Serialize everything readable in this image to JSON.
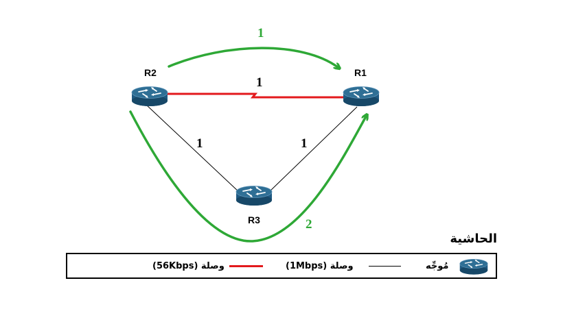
{
  "diagram": {
    "routers": [
      {
        "id": "R2",
        "label": "R2"
      },
      {
        "id": "R1",
        "label": "R1"
      },
      {
        "id": "R3",
        "label": "R3"
      }
    ],
    "links": [
      {
        "from": "R2",
        "to": "R1",
        "type": "serial",
        "speed": "56Kbps",
        "cost": "1",
        "color": "#e3191c"
      },
      {
        "from": "R2",
        "to": "R3",
        "type": "ethernet",
        "speed": "1Mbps",
        "cost": "1",
        "color": "#000000"
      },
      {
        "from": "R3",
        "to": "R1",
        "type": "ethernet",
        "speed": "1Mbps",
        "cost": "1",
        "color": "#000000"
      }
    ],
    "paths": [
      {
        "label": "1",
        "color": "#2ea836"
      },
      {
        "label": "2",
        "color": "#2ea836"
      }
    ],
    "colors": {
      "router_top": "#2f6f95",
      "router_body": "#1f5a82",
      "serial_link": "#e3191c",
      "path_arrow": "#2ea836"
    }
  },
  "legend": {
    "title": "الحاشية",
    "items": [
      {
        "label": "مُوجِّه",
        "icon": "router-icon"
      },
      {
        "label": "وصلة (1Mbps)",
        "line_color": "#000000"
      },
      {
        "label": "وصلة (56Kbps)",
        "line_color": "#e3191c"
      }
    ]
  }
}
